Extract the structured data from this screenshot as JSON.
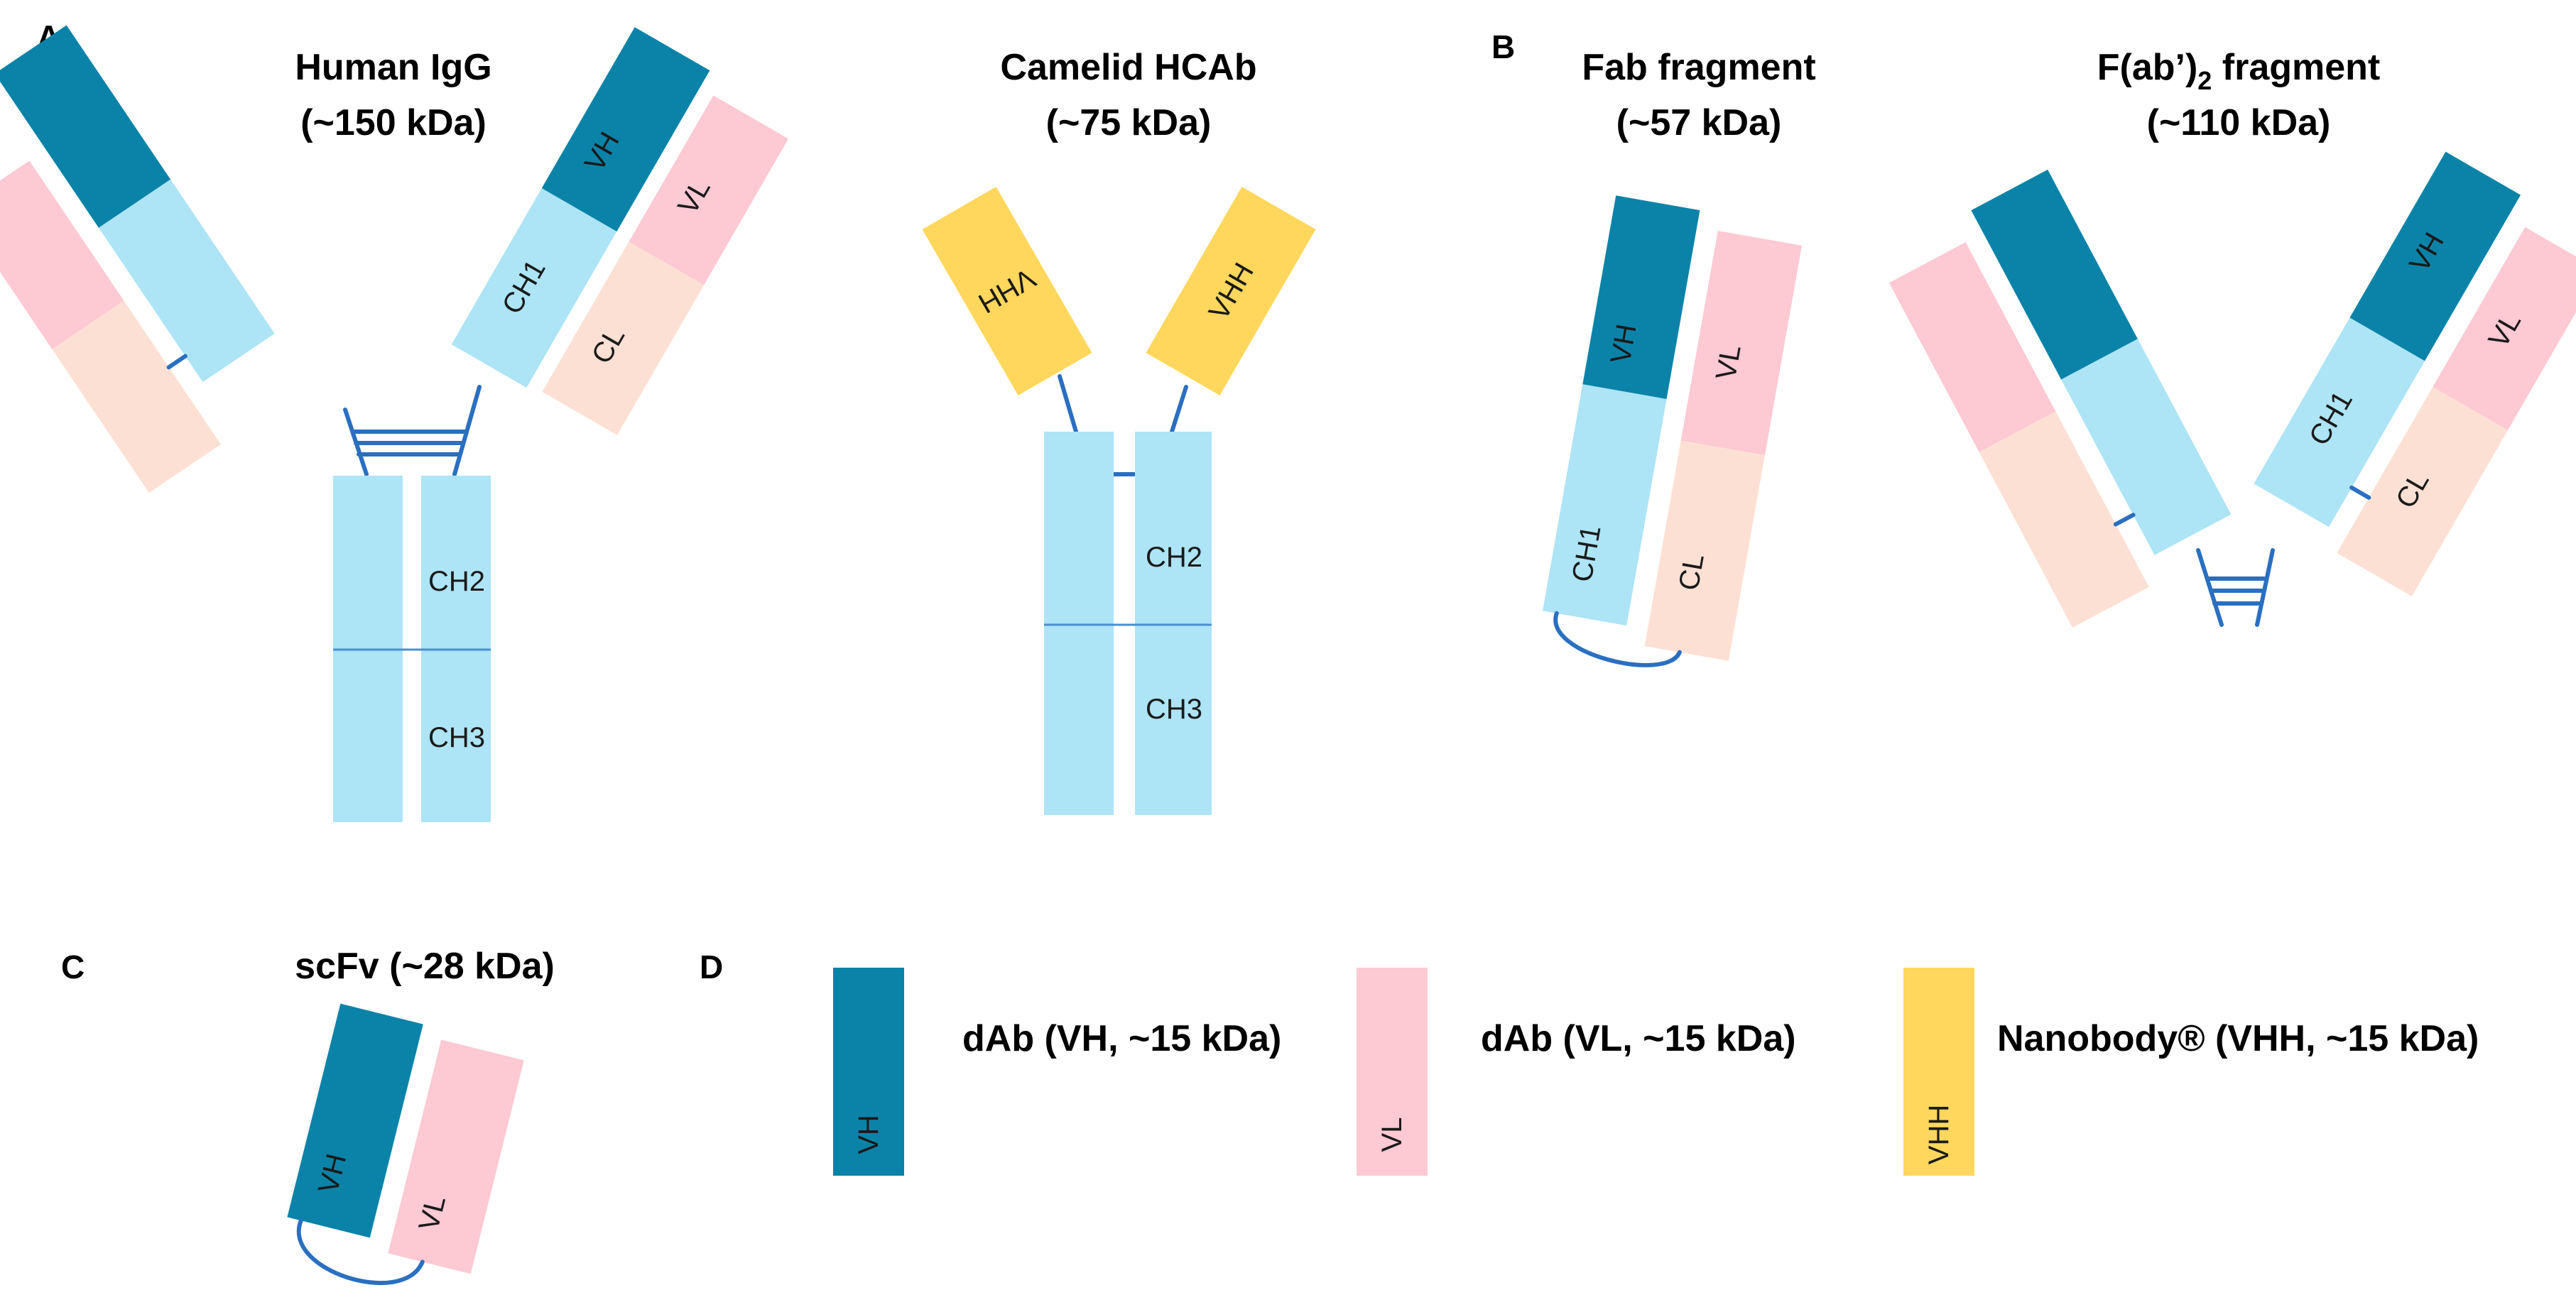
{
  "colors": {
    "vh": "#0b83a8",
    "vl": "#fdc9d3",
    "vhh": "#ffd75c",
    "ch": "#ade4f6",
    "cl": "#fde0d4",
    "link": "#2a6fc0"
  },
  "panels": {
    "a": {
      "letter": "A",
      "human_igg": {
        "title": "Human IgG",
        "mass": "(~150 kDa)"
      },
      "camelid": {
        "title": "Camelid HCAb",
        "mass": "(~75 kDa)"
      }
    },
    "b": {
      "letter": "B",
      "fab": {
        "title": "Fab fragment",
        "mass": "(~57 kDa)"
      },
      "fab2": {
        "title_main": "F(ab’)",
        "title_sub": "2",
        "title_end": " fragment",
        "mass": "(~110 kDa)"
      }
    },
    "c": {
      "letter": "C",
      "scfv": {
        "title": "scFv (~28 kDa)"
      }
    },
    "d": {
      "letter": "D",
      "legend": [
        {
          "tag": "VH",
          "text": "dAb (VH, ~15 kDa)"
        },
        {
          "tag": "VL",
          "text": "dAb (VL, ~15 kDa)"
        },
        {
          "tag": "VHH",
          "text": "Nanobody® (VHH, ~15 kDa)"
        }
      ]
    }
  },
  "domains": {
    "vh": "VH",
    "vl": "VL",
    "vhh": "VHH",
    "ch1": "CH1",
    "cl": "CL",
    "ch2": "CH2",
    "ch3": "CH3"
  }
}
